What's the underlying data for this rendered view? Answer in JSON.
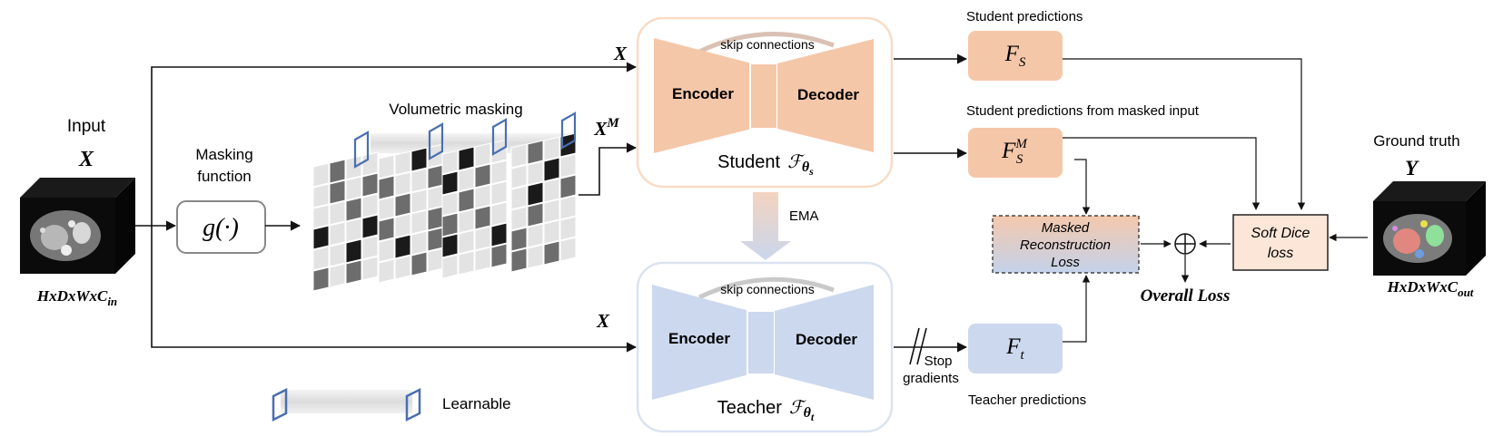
{
  "input": {
    "heading": "Input",
    "symbol": "X",
    "shape_base": "HxDxWxC",
    "shape_sub": "in"
  },
  "masking_function": {
    "label_line1": "Masking",
    "label_line2": "function",
    "formula": "g(·)"
  },
  "volumetric_masking": {
    "title": "Volumetric masking"
  },
  "branch_labels": {
    "student_input": "X",
    "masked_input": "X",
    "masked_sup": "M",
    "teacher_input": "X"
  },
  "student": {
    "skip": "skip connections",
    "encoder": "Encoder",
    "decoder": "Decoder",
    "name": "Student",
    "theta_sub": "s"
  },
  "ema": {
    "label": "EMA"
  },
  "teacher": {
    "skip": "skip connections",
    "encoder": "Encoder",
    "decoder": "Decoder",
    "name": "Teacher",
    "theta_sub": "t"
  },
  "stop_gradients": {
    "line1": "Stop",
    "line2": "gradients"
  },
  "outputs": {
    "student_pred_label": "Student predictions",
    "student_pred_symbol": "F",
    "student_pred_sub": "S",
    "masked_pred_label": "Student predictions from masked input",
    "masked_pred_symbol": "F",
    "masked_pred_sub": "S",
    "masked_pred_sup": "M",
    "teacher_pred_label": "Teacher predictions",
    "teacher_pred_symbol": "F",
    "teacher_pred_sub": "t"
  },
  "losses": {
    "masked_recon_line1": "Masked",
    "masked_recon_line2": "Reconstruction",
    "masked_recon_line3": "Loss",
    "soft_dice_line1": "Soft Dice",
    "soft_dice_line2": "loss",
    "overall": "Overall Loss"
  },
  "ground_truth": {
    "heading": "Ground truth",
    "symbol": "Y",
    "shape_base": "HxDxWxC",
    "shape_sub": "out"
  },
  "legend": {
    "learnable": "Learnable"
  },
  "colors": {
    "student_fill": "#f5c7a9",
    "student_border": "#f8dcc6",
    "teacher_fill": "#ccd8ee",
    "teacher_border": "#dbe3f1",
    "learnable_edge": "#4a6fb0",
    "soft_dice_fill": "#fbe6d8"
  }
}
